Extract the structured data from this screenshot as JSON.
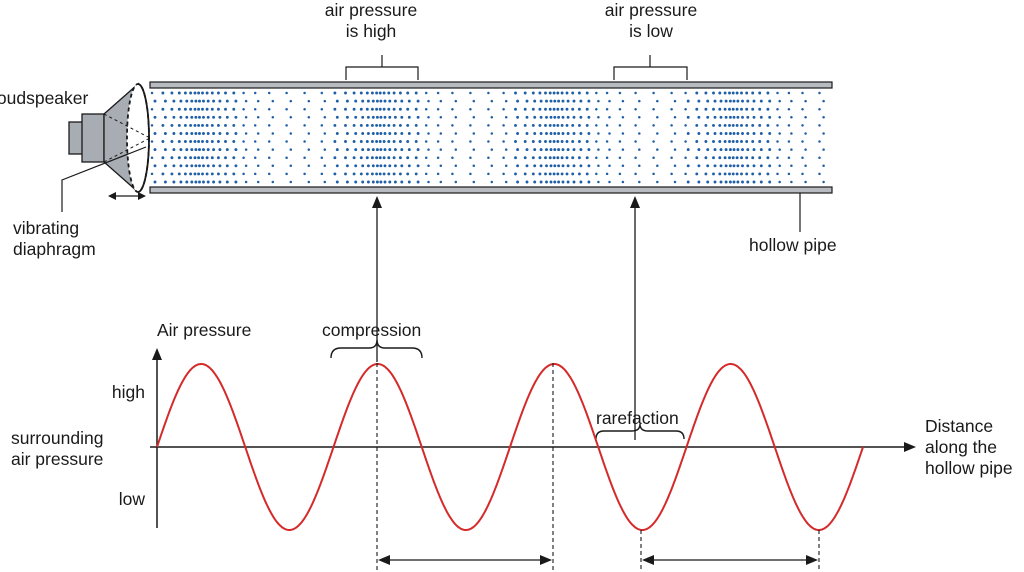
{
  "labels": {
    "air_pressure_high": [
      "air pressure",
      "is high"
    ],
    "air_pressure_low": [
      "air pressure",
      "is low"
    ],
    "loudspeaker": "loudspeaker",
    "vibrating_diaphragm": [
      "vibrating",
      "diaphragm"
    ],
    "hollow_pipe": "hollow pipe",
    "y_axis_title": "Air pressure",
    "compression": "compression",
    "rarefaction": "rarefaction",
    "high": "high",
    "low": "low",
    "surrounding_air_pressure": [
      "surrounding",
      "air pressure"
    ],
    "x_axis_title": [
      "Distance",
      "along the",
      "hollow pipe"
    ]
  },
  "colors": {
    "wave": "#d42a2a",
    "particles": "#1f5fa8",
    "pipe_fill": "#b8bcc0",
    "speaker_fill": "#a7adb3",
    "ink": "#1a1a1a"
  },
  "wave": {
    "cycles": 4,
    "start_phase": "zero-rising",
    "compressions_in_pipe": 4,
    "wavelength_markers": 2
  }
}
